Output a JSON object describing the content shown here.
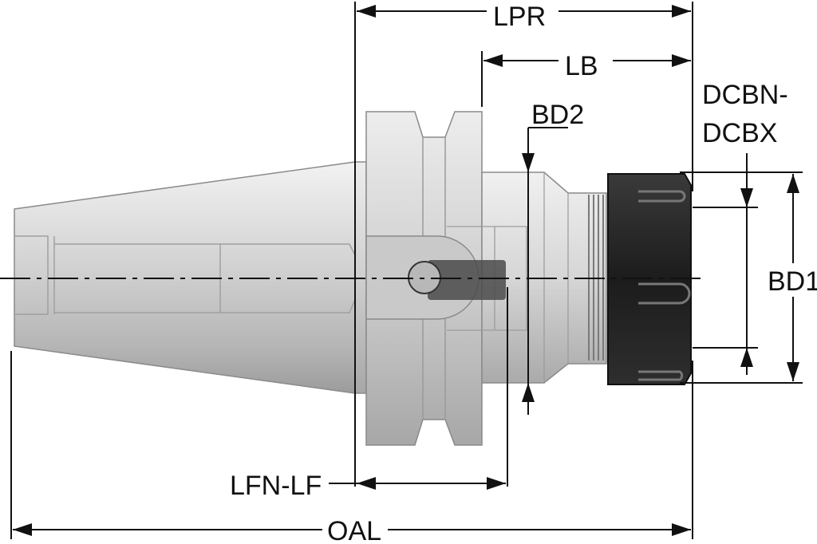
{
  "labels": {
    "lpr": "LPR",
    "lb": "LB",
    "bd2": "BD2",
    "dcbn_line1": "DCBN-",
    "dcbn_line2": "DCBX",
    "bd1": "BD1",
    "lfn_lf": "LFN-LF",
    "oal": "OAL"
  },
  "colors": {
    "line": "#111111",
    "steel_light": "#e6e6e6",
    "steel_mid": "#bdbdbd",
    "steel_dark": "#8c8c8c",
    "collet_nut": "#222222"
  }
}
